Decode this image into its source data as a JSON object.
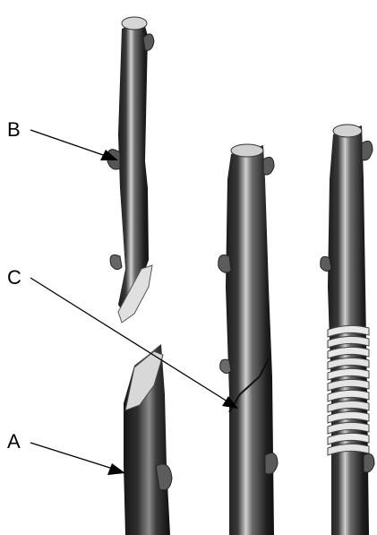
{
  "labels": {
    "a": "A",
    "b": "B",
    "c": "C"
  },
  "colors": {
    "bark_dark": "#1e1e1e",
    "bark_mid": "#4a4a4a",
    "bark_light": "#bdbdbd",
    "cut_face": "#d9d9d9",
    "wrap": "#e6e6e6"
  }
}
